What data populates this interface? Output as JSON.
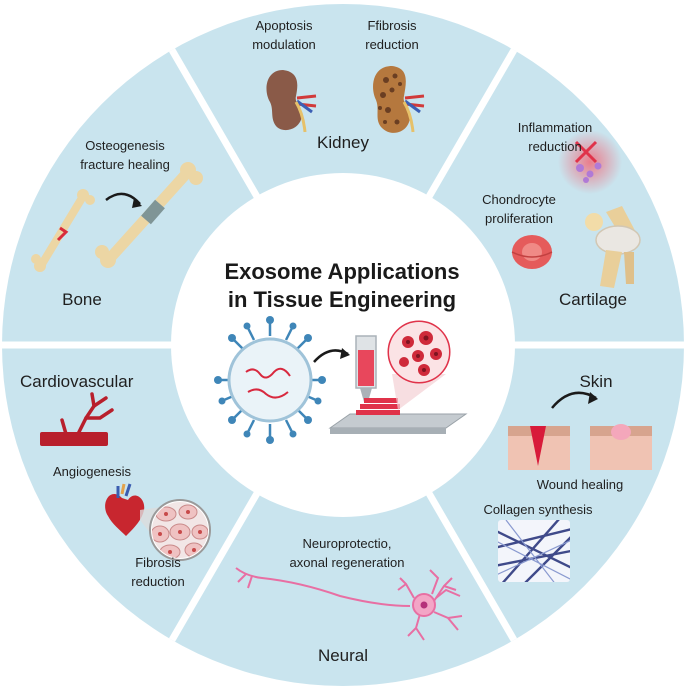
{
  "title": {
    "line1": "Exosome Applications",
    "line2": "in Tissue Engineering"
  },
  "colors": {
    "segment": "#c9e4ee",
    "divider": "#ffffff",
    "center": "#ffffff",
    "accent_red": "#e0334a",
    "label": "#1f1f1f"
  },
  "sections": {
    "kidney": {
      "name": "Kidney",
      "label_a_line1": "Apoptosis",
      "label_a_line2": "modulation",
      "label_b_line1": "Ffibrosis",
      "label_b_line2": "reduction",
      "icons": [
        "kidney-icon",
        "fibrotic-kidney-icon"
      ]
    },
    "cartilage": {
      "name": "Cartilage",
      "label_a_line1": "Inflammation",
      "label_a_line2": "reduction",
      "label_b_line1": "Chondrocyte",
      "label_b_line2": "proliferation",
      "icons": [
        "inflammation-icon",
        "chondrocyte-icon",
        "knee-joint-icon"
      ]
    },
    "skin": {
      "name": "Skin",
      "label_a": "Wound healing",
      "label_b": "Collagen synthesis",
      "icons": [
        "wound-skin-icon",
        "healed-skin-icon",
        "collagen-fibers-icon"
      ]
    },
    "neural": {
      "name": "Neural",
      "label_line1": "Neuroprotectio,",
      "label_line2": "axonal regeneration",
      "icons": [
        "neuron-icon"
      ]
    },
    "cardiovascular": {
      "name": "Cardiovascular",
      "label_a": "Angiogenesis",
      "label_b_line1": "Fibrosis",
      "label_b_line2": "reduction",
      "icons": [
        "blood-vessel-icon",
        "heart-icon",
        "cardiac-tissue-icon"
      ]
    },
    "bone": {
      "name": "Bone",
      "label_line1": "Osteogenesis",
      "label_line2": "fracture healing",
      "icons": [
        "fractured-bone-icon",
        "healed-bone-icon"
      ]
    }
  },
  "center_icons": [
    "exosome-icon",
    "bioprinter-icon",
    "printed-tissue-icon"
  ]
}
